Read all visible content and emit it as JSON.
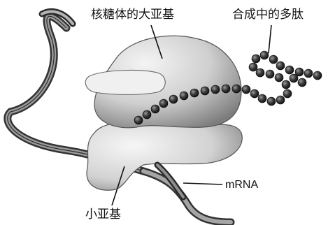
{
  "labels": {
    "large_subunit": "核糖体的大亚基",
    "polypeptide": "合成中的多肽",
    "mrna": "mRNA",
    "small_subunit": "小亚基"
  },
  "colors": {
    "subunit_fill": "#d9d9d9",
    "subunit_shade": "#8c8c8c",
    "ribbon_dark": "#3a3a3a",
    "ribbon_light": "#bdbdbd",
    "bead": "#2b2b2b",
    "line": "#111111"
  }
}
